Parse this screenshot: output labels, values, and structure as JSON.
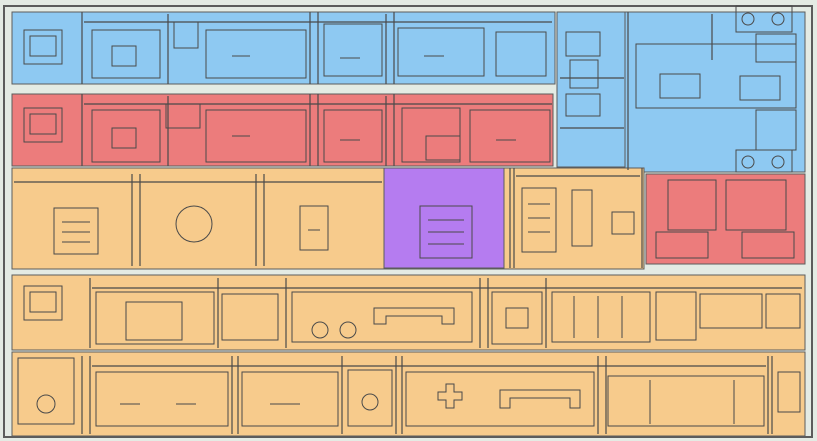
{
  "colors": {
    "background": "#e4ebe4",
    "outline": "#5c5c5c",
    "blue_zone": "#8ec9f2",
    "red_zone": "#ec7c7c",
    "orange_zone": "#f7cb8c",
    "purple_zone": "#b57cf0",
    "equipment_stroke": "#4a4a4a"
  },
  "zones": [
    {
      "name": "zone-blue-top-left",
      "color": "blue"
    },
    {
      "name": "zone-blue-right",
      "color": "blue"
    },
    {
      "name": "zone-red-row",
      "color": "red"
    },
    {
      "name": "zone-orange-row-3",
      "color": "orange"
    },
    {
      "name": "zone-purple",
      "color": "purple"
    },
    {
      "name": "zone-red-right",
      "color": "red"
    },
    {
      "name": "zone-orange-row-4",
      "color": "orange"
    },
    {
      "name": "zone-orange-row-5",
      "color": "orange"
    }
  ]
}
